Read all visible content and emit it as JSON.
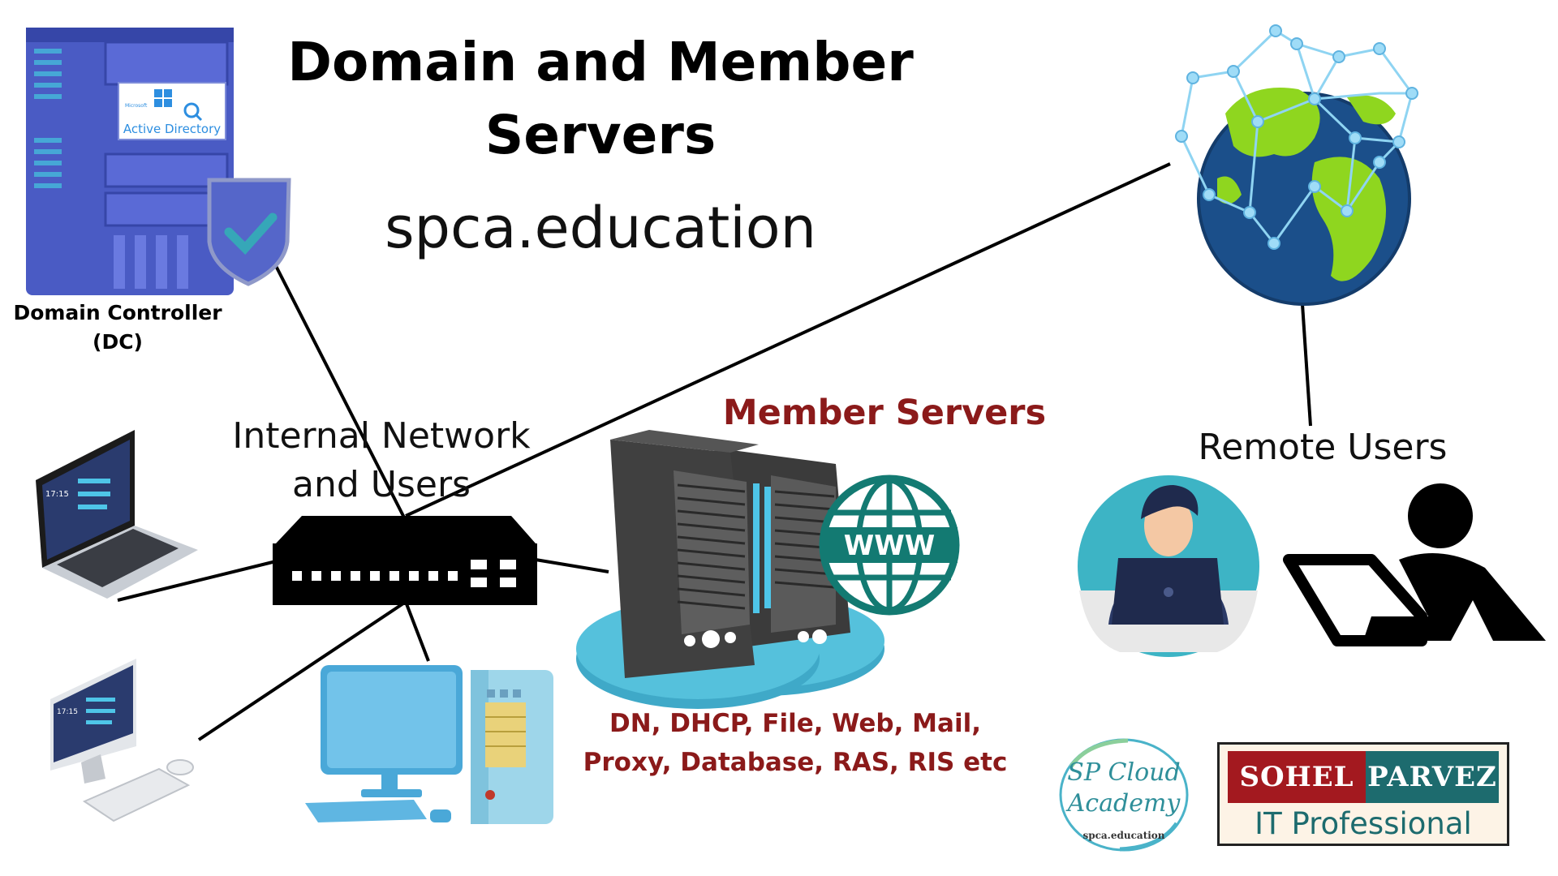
{
  "diagram": {
    "title_line1": "Domain and Member",
    "title_line2": "Servers",
    "site": "spca.education",
    "dc_label_line1": "Domain Controller",
    "dc_label_line2": "(DC)",
    "dc_badge": "Active Directory",
    "dc_badge_small": "Microsoft",
    "internal_line1": "Internal Network",
    "internal_line2": "and Users",
    "member_title": "Member Servers",
    "services_line1": "DN, DHCP, File, Web, Mail,",
    "services_line2": "Proxy, Database, RAS, RIS etc",
    "www": "WWW",
    "remote_label": "Remote Users",
    "laptop_time": "17:15",
    "desktop_time": "17:15"
  },
  "logos": {
    "sp_line1": "SP Cloud",
    "sp_line2": "Academy",
    "sp_line3": "spca.education",
    "badge_left": "SOHEL",
    "badge_right": "PARVEZ",
    "badge_sub": "IT Professional"
  },
  "colors": {
    "title": "#000000",
    "member_red": "#8b1a1a",
    "server_blue": "#4a5bc4",
    "teal": "#1d6b6e",
    "globe_ocean": "#1b4f8a",
    "globe_land": "#8fd61f",
    "network_node": "#8fd4f2"
  }
}
